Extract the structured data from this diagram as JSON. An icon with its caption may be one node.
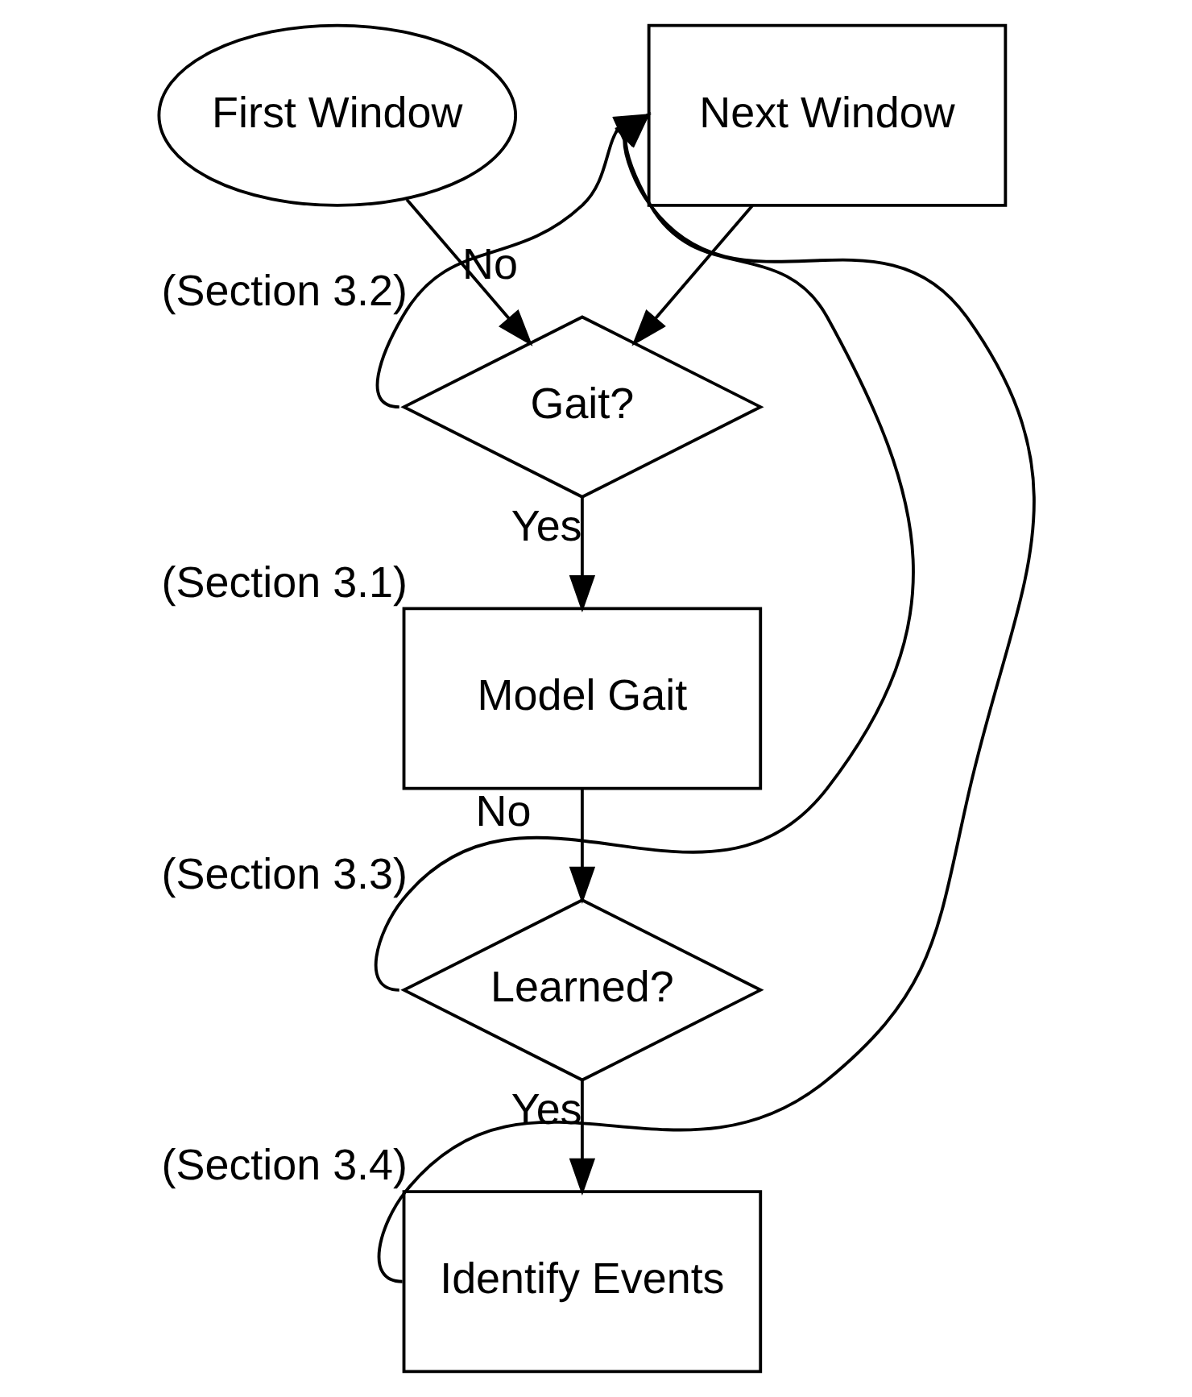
{
  "diagram": {
    "nodes": [
      {
        "text": [
          "First Window"
        ]
      },
      {
        "text": [
          "Next Window"
        ]
      },
      {
        "text": [
          "Gait?"
        ],
        "beside": [
          "(Section 3.2)"
        ]
      },
      {
        "text": [
          "Model Gait"
        ],
        "beside": [
          "(Section 3.1)"
        ]
      },
      {
        "text": [
          "Learned?"
        ],
        "beside": [
          "(Section 3.3)"
        ]
      },
      {
        "text": [
          "Identify Events"
        ],
        "beside": [
          "(Section 3.4)"
        ]
      }
    ],
    "edges": [
      {
        "from": 0,
        "to": 2,
        "arrow": "to"
      },
      {
        "from": 1,
        "to": 2,
        "arrow": "to"
      },
      {
        "from": 2,
        "to": 1,
        "arrow": "to",
        "label": "No"
      },
      {
        "from": 2,
        "to": 3,
        "arrow": "to",
        "label": "Yes"
      },
      {
        "from": 3,
        "to": 4,
        "arrow": "to"
      },
      {
        "from": 4,
        "to": 1,
        "arrow": "to",
        "label": "No"
      },
      {
        "from": 4,
        "to": 5,
        "arrow": "to",
        "label": "Yes"
      },
      {
        "from": 5,
        "to": 1,
        "arrow": "to"
      }
    ]
  }
}
